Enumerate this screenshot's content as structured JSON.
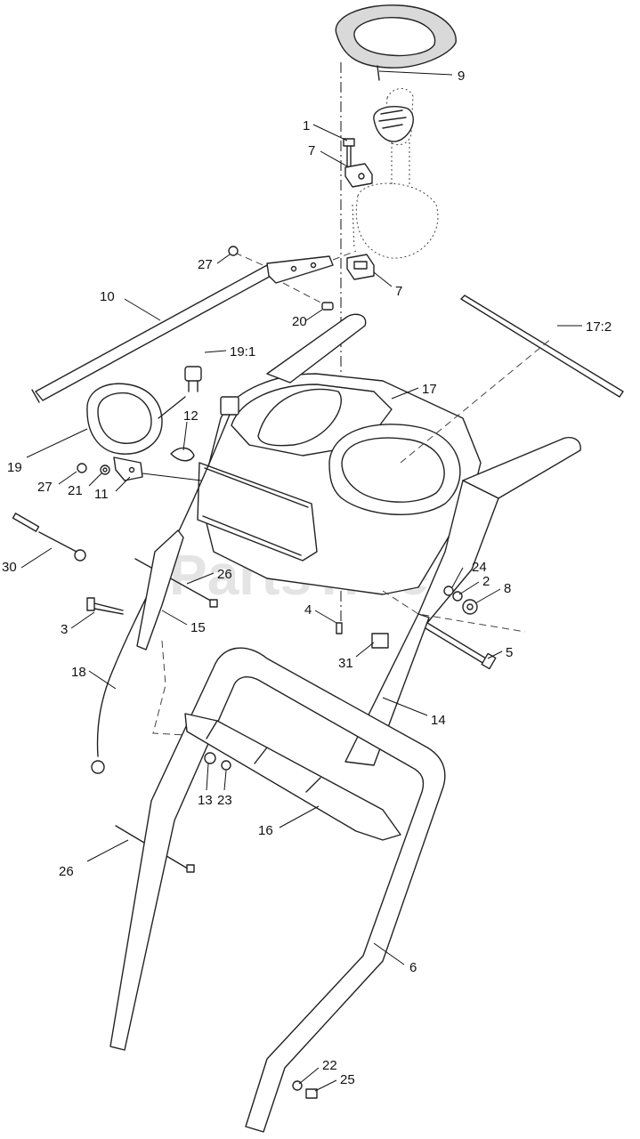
{
  "watermark": "PartsTree",
  "callouts": [
    {
      "id": "c9",
      "text": "9"
    },
    {
      "id": "c1",
      "text": "1"
    },
    {
      "id": "c7a",
      "text": "7"
    },
    {
      "id": "c27a",
      "text": "27"
    },
    {
      "id": "c7b",
      "text": "7"
    },
    {
      "id": "c10",
      "text": "10"
    },
    {
      "id": "c20",
      "text": "20"
    },
    {
      "id": "c17-2",
      "text": "17:2"
    },
    {
      "id": "c19-1",
      "text": "19:1"
    },
    {
      "id": "c17",
      "text": "17"
    },
    {
      "id": "c12",
      "text": "12"
    },
    {
      "id": "c19",
      "text": "19"
    },
    {
      "id": "c27b",
      "text": "27"
    },
    {
      "id": "c21",
      "text": "21"
    },
    {
      "id": "c11",
      "text": "11"
    },
    {
      "id": "c30",
      "text": "30"
    },
    {
      "id": "c26a",
      "text": "26"
    },
    {
      "id": "c24",
      "text": "24"
    },
    {
      "id": "c2",
      "text": "2"
    },
    {
      "id": "c8",
      "text": "8"
    },
    {
      "id": "c4",
      "text": "4"
    },
    {
      "id": "c3",
      "text": "3"
    },
    {
      "id": "c15",
      "text": "15"
    },
    {
      "id": "c5",
      "text": "5"
    },
    {
      "id": "c31",
      "text": "31"
    },
    {
      "id": "c18",
      "text": "18"
    },
    {
      "id": "c14",
      "text": "14"
    },
    {
      "id": "c13",
      "text": "13"
    },
    {
      "id": "c23",
      "text": "23"
    },
    {
      "id": "c16",
      "text": "16"
    },
    {
      "id": "c26b",
      "text": "26"
    },
    {
      "id": "c6",
      "text": "6"
    },
    {
      "id": "c22",
      "text": "22"
    },
    {
      "id": "c25",
      "text": "25"
    }
  ]
}
